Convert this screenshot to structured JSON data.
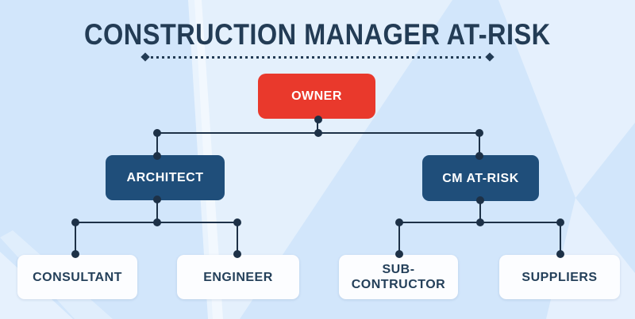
{
  "title": "CONSTRUCTION MANAGER AT-RISK",
  "colors": {
    "background": "#d2e6fb",
    "background_highlight": "#e5effb",
    "accent_red": "#e9392c",
    "accent_navy": "#1f4e7a",
    "connector": "#1d3147",
    "text_dark": "#233c55",
    "card_white": "#fcfdff"
  },
  "nodes": {
    "owner": {
      "label": "OWNER",
      "level": 1,
      "color": "#e9392c"
    },
    "architect": {
      "label": "ARCHITECT",
      "level": 2,
      "color": "#1f4e7a"
    },
    "cm_at_risk": {
      "label": "CM AT-RISK",
      "level": 2,
      "color": "#1f4e7a"
    },
    "consultant": {
      "label": "CONSULTANT",
      "level": 3,
      "color": "#fcfdff"
    },
    "engineer": {
      "label": "ENGINEER",
      "level": 3,
      "color": "#fcfdff"
    },
    "sub_contractor": {
      "label_line1": "SUB-",
      "label_line2": "CONTRUCTOR",
      "level": 3,
      "color": "#fcfdff"
    },
    "suppliers": {
      "label": "SUPPLIERS",
      "level": 3,
      "color": "#fcfdff"
    }
  },
  "hierarchy": {
    "OWNER": [
      "ARCHITECT",
      "CM AT-RISK"
    ],
    "ARCHITECT": [
      "CONSULTANT",
      "ENGINEER"
    ],
    "CM AT-RISK": [
      "SUB-CONTRUCTOR",
      "SUPPLIERS"
    ]
  }
}
